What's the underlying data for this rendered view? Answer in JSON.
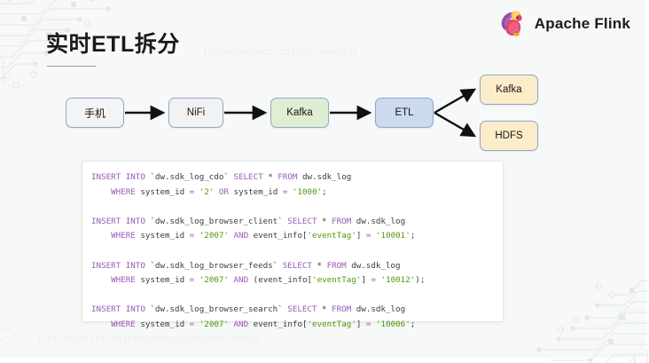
{
  "slide": {
    "background_color": "#f7f8f8",
    "title": "实时ETL拆分",
    "brand_name": "Apache Flink",
    "brand_icon": "apache-flink-squirrel-logo",
    "decor": {
      "binary_top": "110100100011011011101010100101100",
      "binary_bottom": "10101010101010100110100100011011011101010100110",
      "circuit_color": "#e9ebec"
    }
  },
  "diagram": {
    "nodes": [
      {
        "id": "phone",
        "label": "手机",
        "fill": "#f4f4f4",
        "border": "#8ea9c8"
      },
      {
        "id": "nifi",
        "label": "NiFi",
        "fill": "#f2f2f2",
        "border": "#8ea9c8"
      },
      {
        "id": "kafka_in",
        "label": "Kafka",
        "fill": "#dfeed2",
        "border": "#8ea9c8"
      },
      {
        "id": "etl",
        "label": "ETL",
        "fill": "#ccdaee",
        "border": "#8ea9c8"
      },
      {
        "id": "kafka_out",
        "label": "Kafka",
        "fill": "#fcedca",
        "border": "#8ea9c8"
      },
      {
        "id": "hdfs",
        "label": "HDFS",
        "fill": "#fcedca",
        "border": "#8ea9c8"
      }
    ],
    "edges": [
      {
        "from": "phone",
        "to": "nifi"
      },
      {
        "from": "nifi",
        "to": "kafka_in"
      },
      {
        "from": "kafka_in",
        "to": "etl"
      },
      {
        "from": "etl",
        "to": "kafka_out"
      },
      {
        "from": "etl",
        "to": "hdfs"
      }
    ]
  },
  "code": {
    "language": "sql",
    "colors": {
      "keyword": "#9959b5",
      "string": "#4e9a06",
      "text": "#3b3b3b",
      "background": "#ffffff"
    },
    "lines": [
      [
        {
          "t": "INSERT INTO ",
          "c": "k"
        },
        {
          "t": "`dw.sdk_log_cdo`",
          "c": "id"
        },
        {
          "t": " ",
          "c": "pn"
        },
        {
          "t": "SELECT",
          "c": "k"
        },
        {
          "t": " * ",
          "c": "pn"
        },
        {
          "t": "FROM",
          "c": "k"
        },
        {
          "t": " dw.sdk_log",
          "c": "id"
        }
      ],
      [
        {
          "t": "    ",
          "c": "pn"
        },
        {
          "t": "WHERE",
          "c": "k"
        },
        {
          "t": " system_id ",
          "c": "id"
        },
        {
          "t": "=",
          "c": "op"
        },
        {
          "t": " ",
          "c": "pn"
        },
        {
          "t": "'2'",
          "c": "s"
        },
        {
          "t": " ",
          "c": "pn"
        },
        {
          "t": "OR",
          "c": "k"
        },
        {
          "t": " system_id ",
          "c": "id"
        },
        {
          "t": "=",
          "c": "op"
        },
        {
          "t": " ",
          "c": "pn"
        },
        {
          "t": "'1000'",
          "c": "s"
        },
        {
          "t": ";",
          "c": "pn"
        }
      ],
      [
        {
          "t": "",
          "c": "pn"
        }
      ],
      [
        {
          "t": "INSERT INTO ",
          "c": "k"
        },
        {
          "t": "`dw.sdk_log_browser_client`",
          "c": "id"
        },
        {
          "t": " ",
          "c": "pn"
        },
        {
          "t": "SELECT",
          "c": "k"
        },
        {
          "t": " * ",
          "c": "pn"
        },
        {
          "t": "FROM",
          "c": "k"
        },
        {
          "t": " dw.sdk_log",
          "c": "id"
        }
      ],
      [
        {
          "t": "    ",
          "c": "pn"
        },
        {
          "t": "WHERE",
          "c": "k"
        },
        {
          "t": " system_id ",
          "c": "id"
        },
        {
          "t": "=",
          "c": "op"
        },
        {
          "t": " ",
          "c": "pn"
        },
        {
          "t": "'2007'",
          "c": "s"
        },
        {
          "t": " ",
          "c": "pn"
        },
        {
          "t": "AND",
          "c": "k"
        },
        {
          "t": " event_info[",
          "c": "id"
        },
        {
          "t": "'eventTag'",
          "c": "s"
        },
        {
          "t": "] ",
          "c": "id"
        },
        {
          "t": "=",
          "c": "op"
        },
        {
          "t": " ",
          "c": "pn"
        },
        {
          "t": "'10001'",
          "c": "s"
        },
        {
          "t": ";",
          "c": "pn"
        }
      ],
      [
        {
          "t": "",
          "c": "pn"
        }
      ],
      [
        {
          "t": "INSERT INTO ",
          "c": "k"
        },
        {
          "t": "`dw.sdk_log_browser_feeds`",
          "c": "id"
        },
        {
          "t": " ",
          "c": "pn"
        },
        {
          "t": "SELECT",
          "c": "k"
        },
        {
          "t": " * ",
          "c": "pn"
        },
        {
          "t": "FROM",
          "c": "k"
        },
        {
          "t": " dw.sdk_log",
          "c": "id"
        }
      ],
      [
        {
          "t": "    ",
          "c": "pn"
        },
        {
          "t": "WHERE",
          "c": "k"
        },
        {
          "t": " system_id ",
          "c": "id"
        },
        {
          "t": "=",
          "c": "op"
        },
        {
          "t": " ",
          "c": "pn"
        },
        {
          "t": "'2007'",
          "c": "s"
        },
        {
          "t": " ",
          "c": "pn"
        },
        {
          "t": "AND",
          "c": "k"
        },
        {
          "t": " (event_info[",
          "c": "id"
        },
        {
          "t": "'eventTag'",
          "c": "s"
        },
        {
          "t": "] ",
          "c": "id"
        },
        {
          "t": "=",
          "c": "op"
        },
        {
          "t": " ",
          "c": "pn"
        },
        {
          "t": "'10012'",
          "c": "s"
        },
        {
          "t": ");",
          "c": "pn"
        }
      ],
      [
        {
          "t": "",
          "c": "pn"
        }
      ],
      [
        {
          "t": "INSERT INTO ",
          "c": "k"
        },
        {
          "t": "`dw.sdk_log_browser_search`",
          "c": "id"
        },
        {
          "t": " ",
          "c": "pn"
        },
        {
          "t": "SELECT",
          "c": "k"
        },
        {
          "t": " * ",
          "c": "pn"
        },
        {
          "t": "FROM",
          "c": "k"
        },
        {
          "t": " dw.sdk_log",
          "c": "id"
        }
      ],
      [
        {
          "t": "    ",
          "c": "pn"
        },
        {
          "t": "WHERE",
          "c": "k"
        },
        {
          "t": " system_id ",
          "c": "id"
        },
        {
          "t": "=",
          "c": "op"
        },
        {
          "t": " ",
          "c": "pn"
        },
        {
          "t": "'2007'",
          "c": "s"
        },
        {
          "t": " ",
          "c": "pn"
        },
        {
          "t": "AND",
          "c": "k"
        },
        {
          "t": " event_info[",
          "c": "id"
        },
        {
          "t": "'eventTag'",
          "c": "s"
        },
        {
          "t": "] ",
          "c": "id"
        },
        {
          "t": "=",
          "c": "op"
        },
        {
          "t": " ",
          "c": "pn"
        },
        {
          "t": "'10006'",
          "c": "s"
        },
        {
          "t": ";",
          "c": "pn"
        }
      ]
    ]
  }
}
